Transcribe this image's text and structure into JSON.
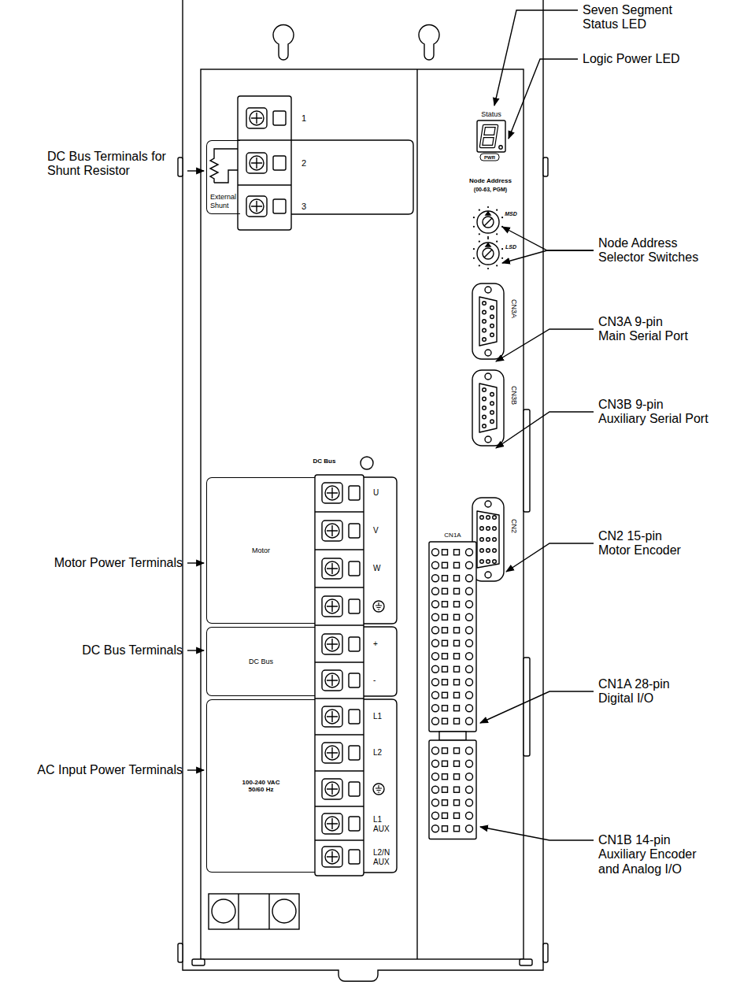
{
  "diagram": {
    "nodes": [
      {
        "text": [
          "External Shunt"
        ]
      },
      {
        "text": [
          "Motor"
        ]
      },
      {
        "text": [
          "DC Bus"
        ]
      },
      {
        "text": [
          "100-240 VAC 50/60 Hz"
        ]
      }
    ],
    "labels": [
      "Seven Segment Status LED",
      "Logic Power LED",
      "DC Bus Terminals for Shunt Resistor",
      "Node Address Selector Switches",
      "CN3A 9-pin Main Serial Port",
      "CN3B 9-pin Auxiliary Serial Port",
      "Motor Power Terminals",
      "DC Bus Terminals",
      "CN2 15-pin Motor Encoder",
      "AC Input Power Terminals",
      "CN1A 28-pin Digital I/O",
      "CN1B 14-pin Auxiliary Encoder and Analog I/O",
      "1",
      "2",
      "3",
      "Status",
      "PWR",
      "Node Address",
      "(00-63, PGM)",
      "MSD",
      "LSD",
      "CN3A",
      "CN3B",
      "DC Bus",
      "U",
      "V",
      "W",
      "+",
      "-",
      "L1",
      "L2",
      "L1 AUX",
      "L2/N AUX",
      "CN2",
      "CN1A"
    ]
  }
}
